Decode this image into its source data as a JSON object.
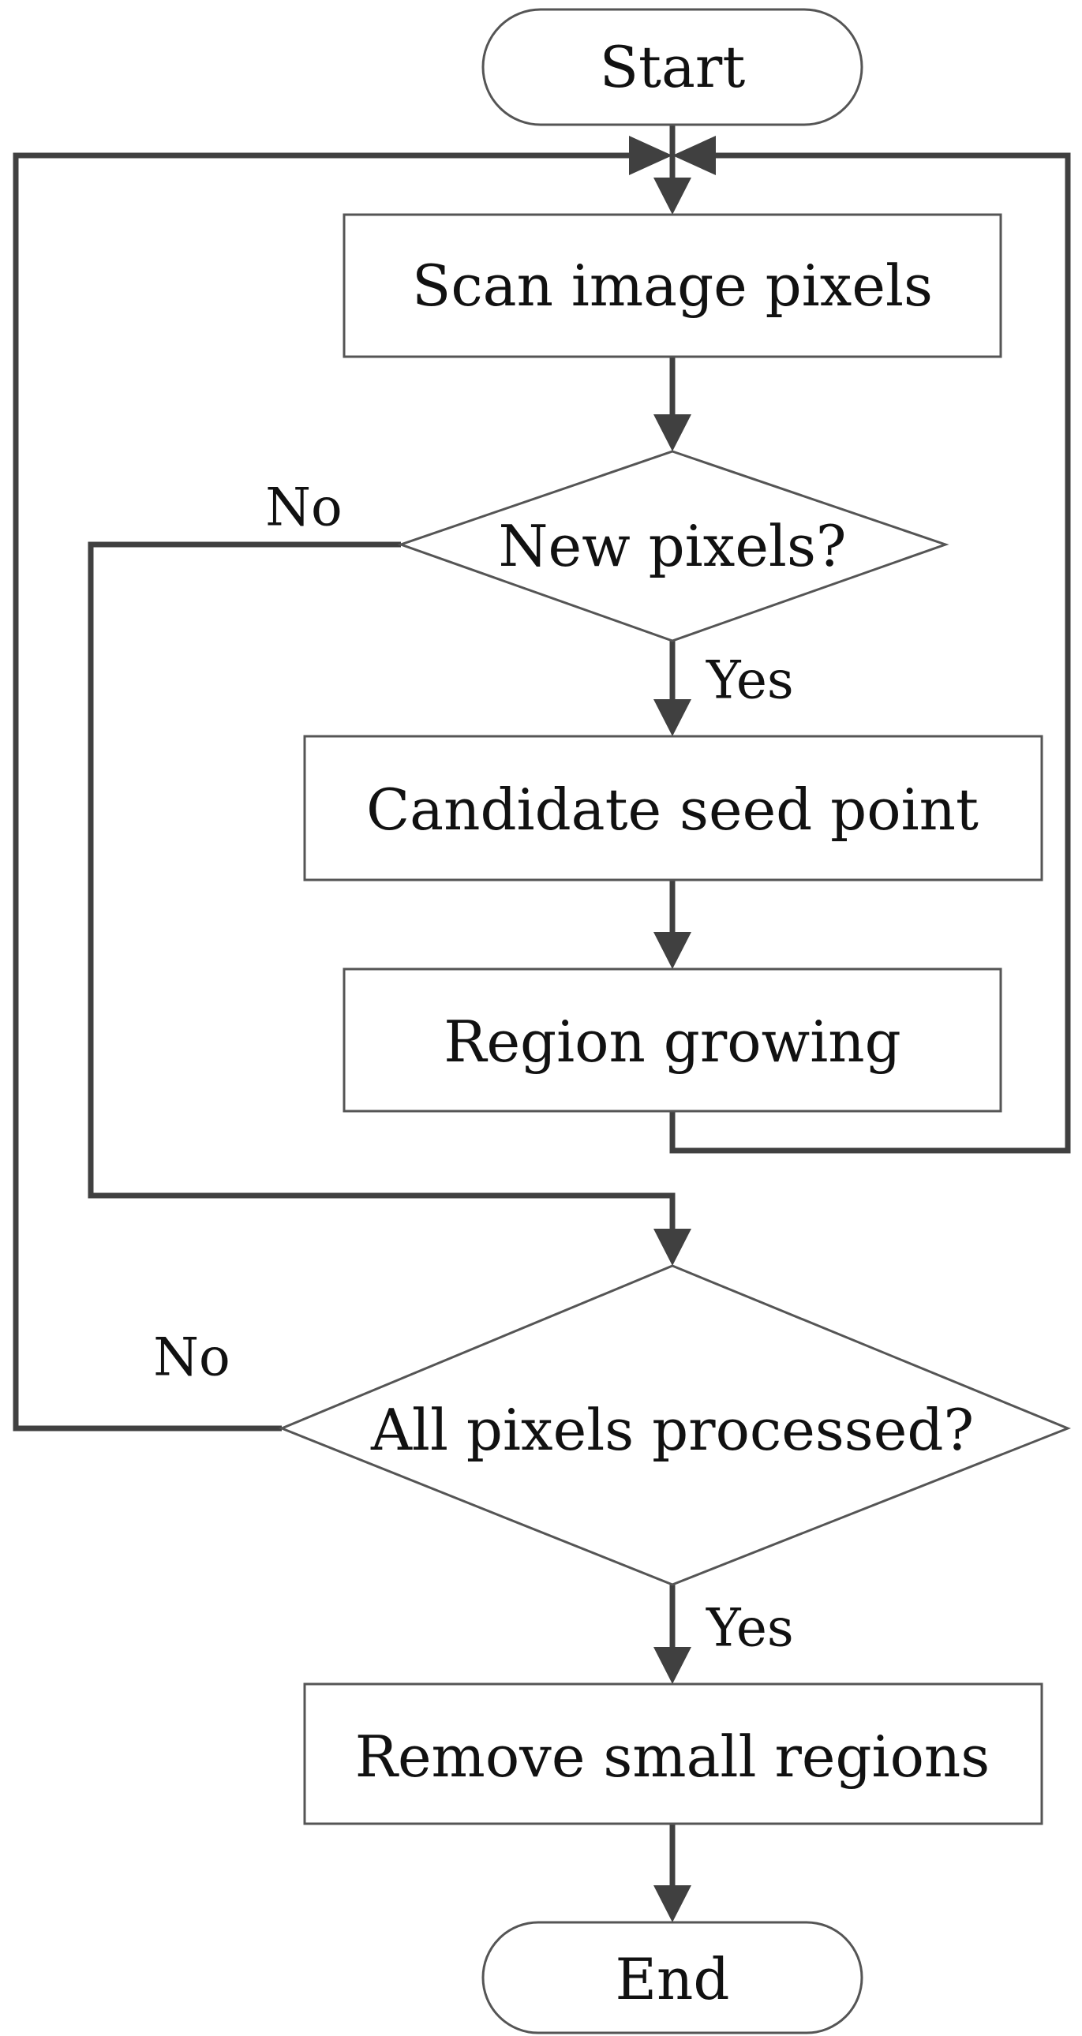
{
  "diagram": {
    "nodes": {
      "start": "Start",
      "scan": "Scan image pixels",
      "new_pixels": "New pixels?",
      "candidate": "Candidate seed point",
      "region_growing": "Region growing",
      "all_processed": "All pixels processed?",
      "remove_small": "Remove small regions",
      "end": "End"
    },
    "edge_labels": {
      "new_pixels_no": "No",
      "new_pixels_yes": "Yes",
      "all_processed_no": "No",
      "all_processed_yes": "Yes"
    },
    "line_color": "#404040",
    "border_color": "#555555"
  }
}
